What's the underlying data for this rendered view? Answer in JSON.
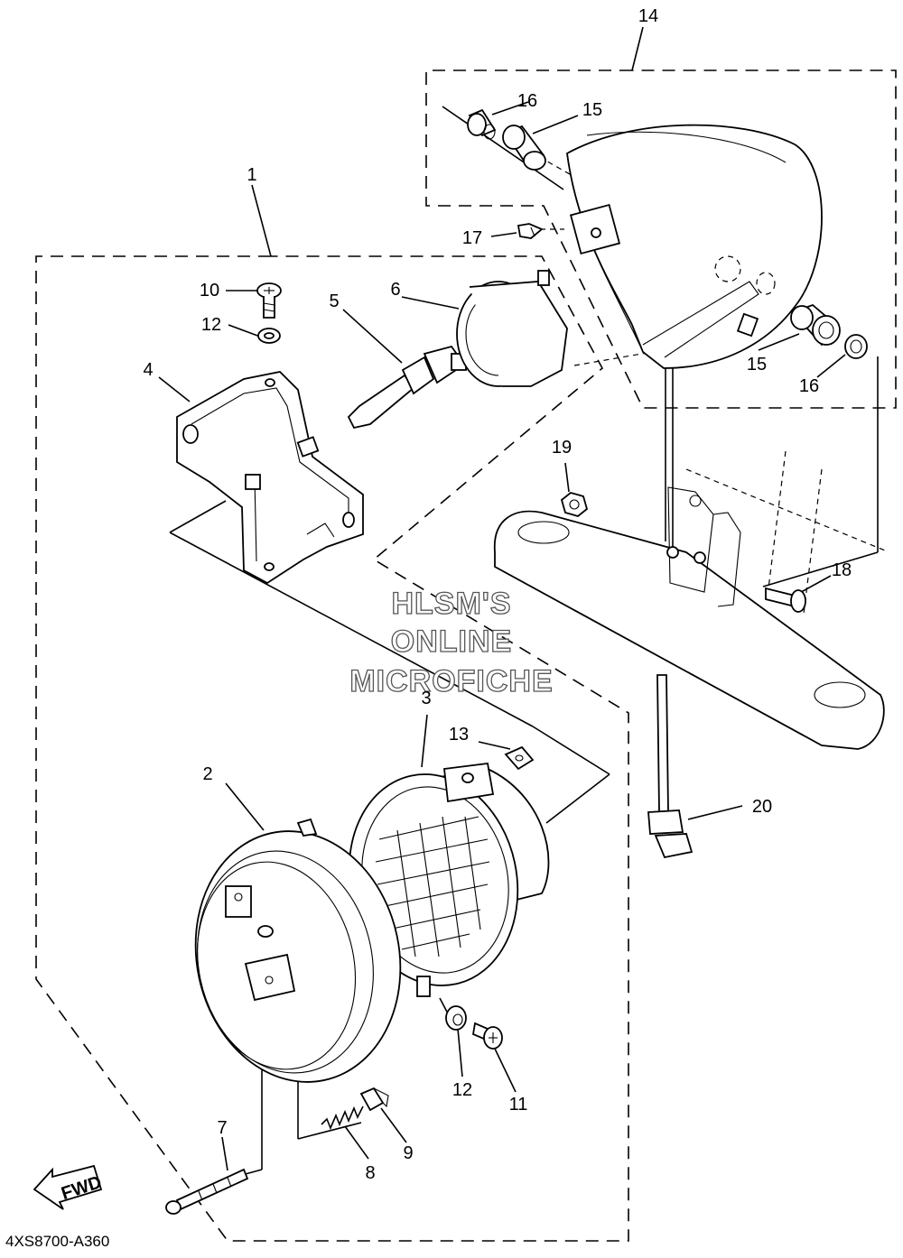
{
  "diagram": {
    "callouts": [
      {
        "id": "1",
        "text": "1"
      },
      {
        "id": "2",
        "text": "2"
      },
      {
        "id": "3",
        "text": "3"
      },
      {
        "id": "4",
        "text": "4"
      },
      {
        "id": "5",
        "text": "5"
      },
      {
        "id": "6",
        "text": "6"
      },
      {
        "id": "7",
        "text": "7"
      },
      {
        "id": "8",
        "text": "8"
      },
      {
        "id": "9",
        "text": "9"
      },
      {
        "id": "10",
        "text": "10"
      },
      {
        "id": "11",
        "text": "11"
      },
      {
        "id": "12a",
        "text": "12"
      },
      {
        "id": "12b",
        "text": "12"
      },
      {
        "id": "13",
        "text": "13"
      },
      {
        "id": "14",
        "text": "14"
      },
      {
        "id": "15a",
        "text": "15"
      },
      {
        "id": "15b",
        "text": "15"
      },
      {
        "id": "16a",
        "text": "16"
      },
      {
        "id": "16b",
        "text": "16"
      },
      {
        "id": "17",
        "text": "17"
      },
      {
        "id": "18",
        "text": "18"
      },
      {
        "id": "19",
        "text": "19"
      },
      {
        "id": "20",
        "text": "20"
      }
    ],
    "watermark": [
      "HLSM'S",
      "ONLINE",
      "MICROFICHE"
    ],
    "fwd_label": "FWD",
    "diagram_code": "4XS8700-A360"
  }
}
